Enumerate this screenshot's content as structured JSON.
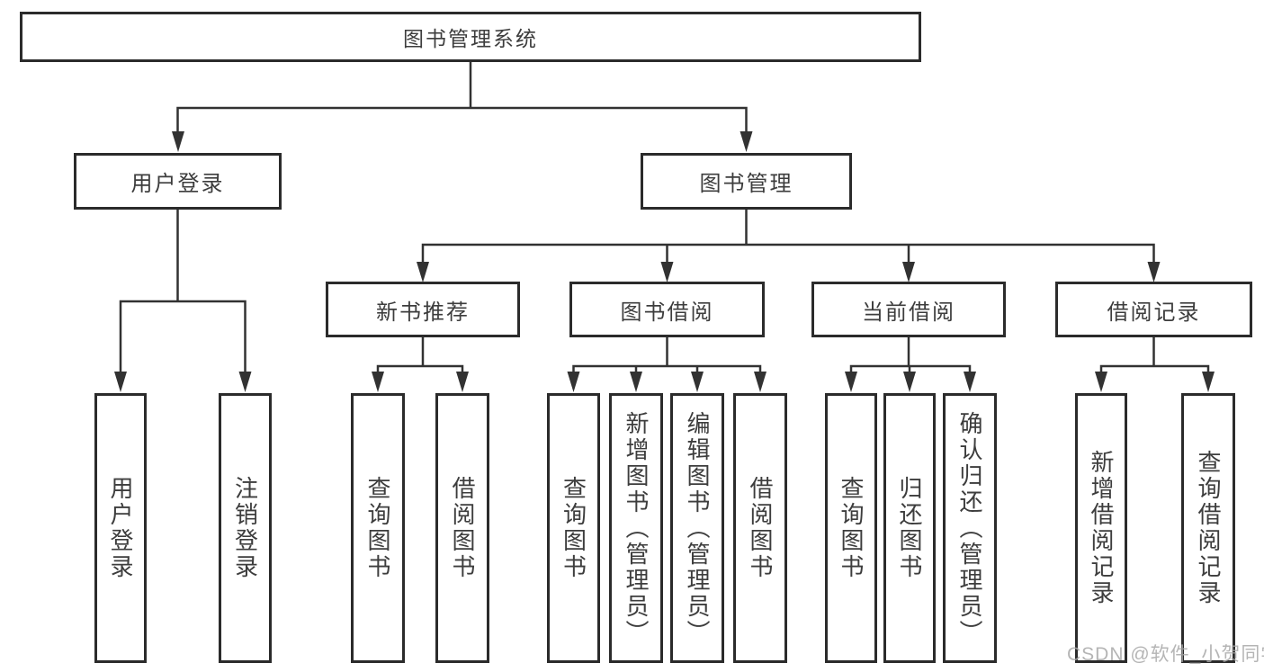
{
  "watermark": "CSDN @软件_小贺同学",
  "colors": {
    "box_border": "#2b2b2b",
    "connector_line": "#323232",
    "node_text": "#3d3d3d",
    "watermark_text": "#a8a8a8",
    "background": "#ffffff"
  },
  "tree": {
    "root": {
      "label": "图书管理系统"
    },
    "branches": [
      {
        "label": "用户登录",
        "children": [
          "用户登录",
          "注销登录"
        ]
      },
      {
        "label": "图书管理",
        "children": [
          {
            "label": "新书推荐",
            "children": [
              "查询图书",
              "借阅图书"
            ]
          },
          {
            "label": "图书借阅",
            "children": [
              "查询图书",
              "新增图书（管理员）",
              "编辑图书（管理员）",
              "借阅图书"
            ]
          },
          {
            "label": "当前借阅",
            "children": [
              "查询图书",
              "归还图书",
              "确认归还（管理员）"
            ]
          },
          {
            "label": "借阅记录",
            "children": [
              "新增借阅记录",
              "查询借阅记录"
            ]
          }
        ]
      }
    ]
  }
}
